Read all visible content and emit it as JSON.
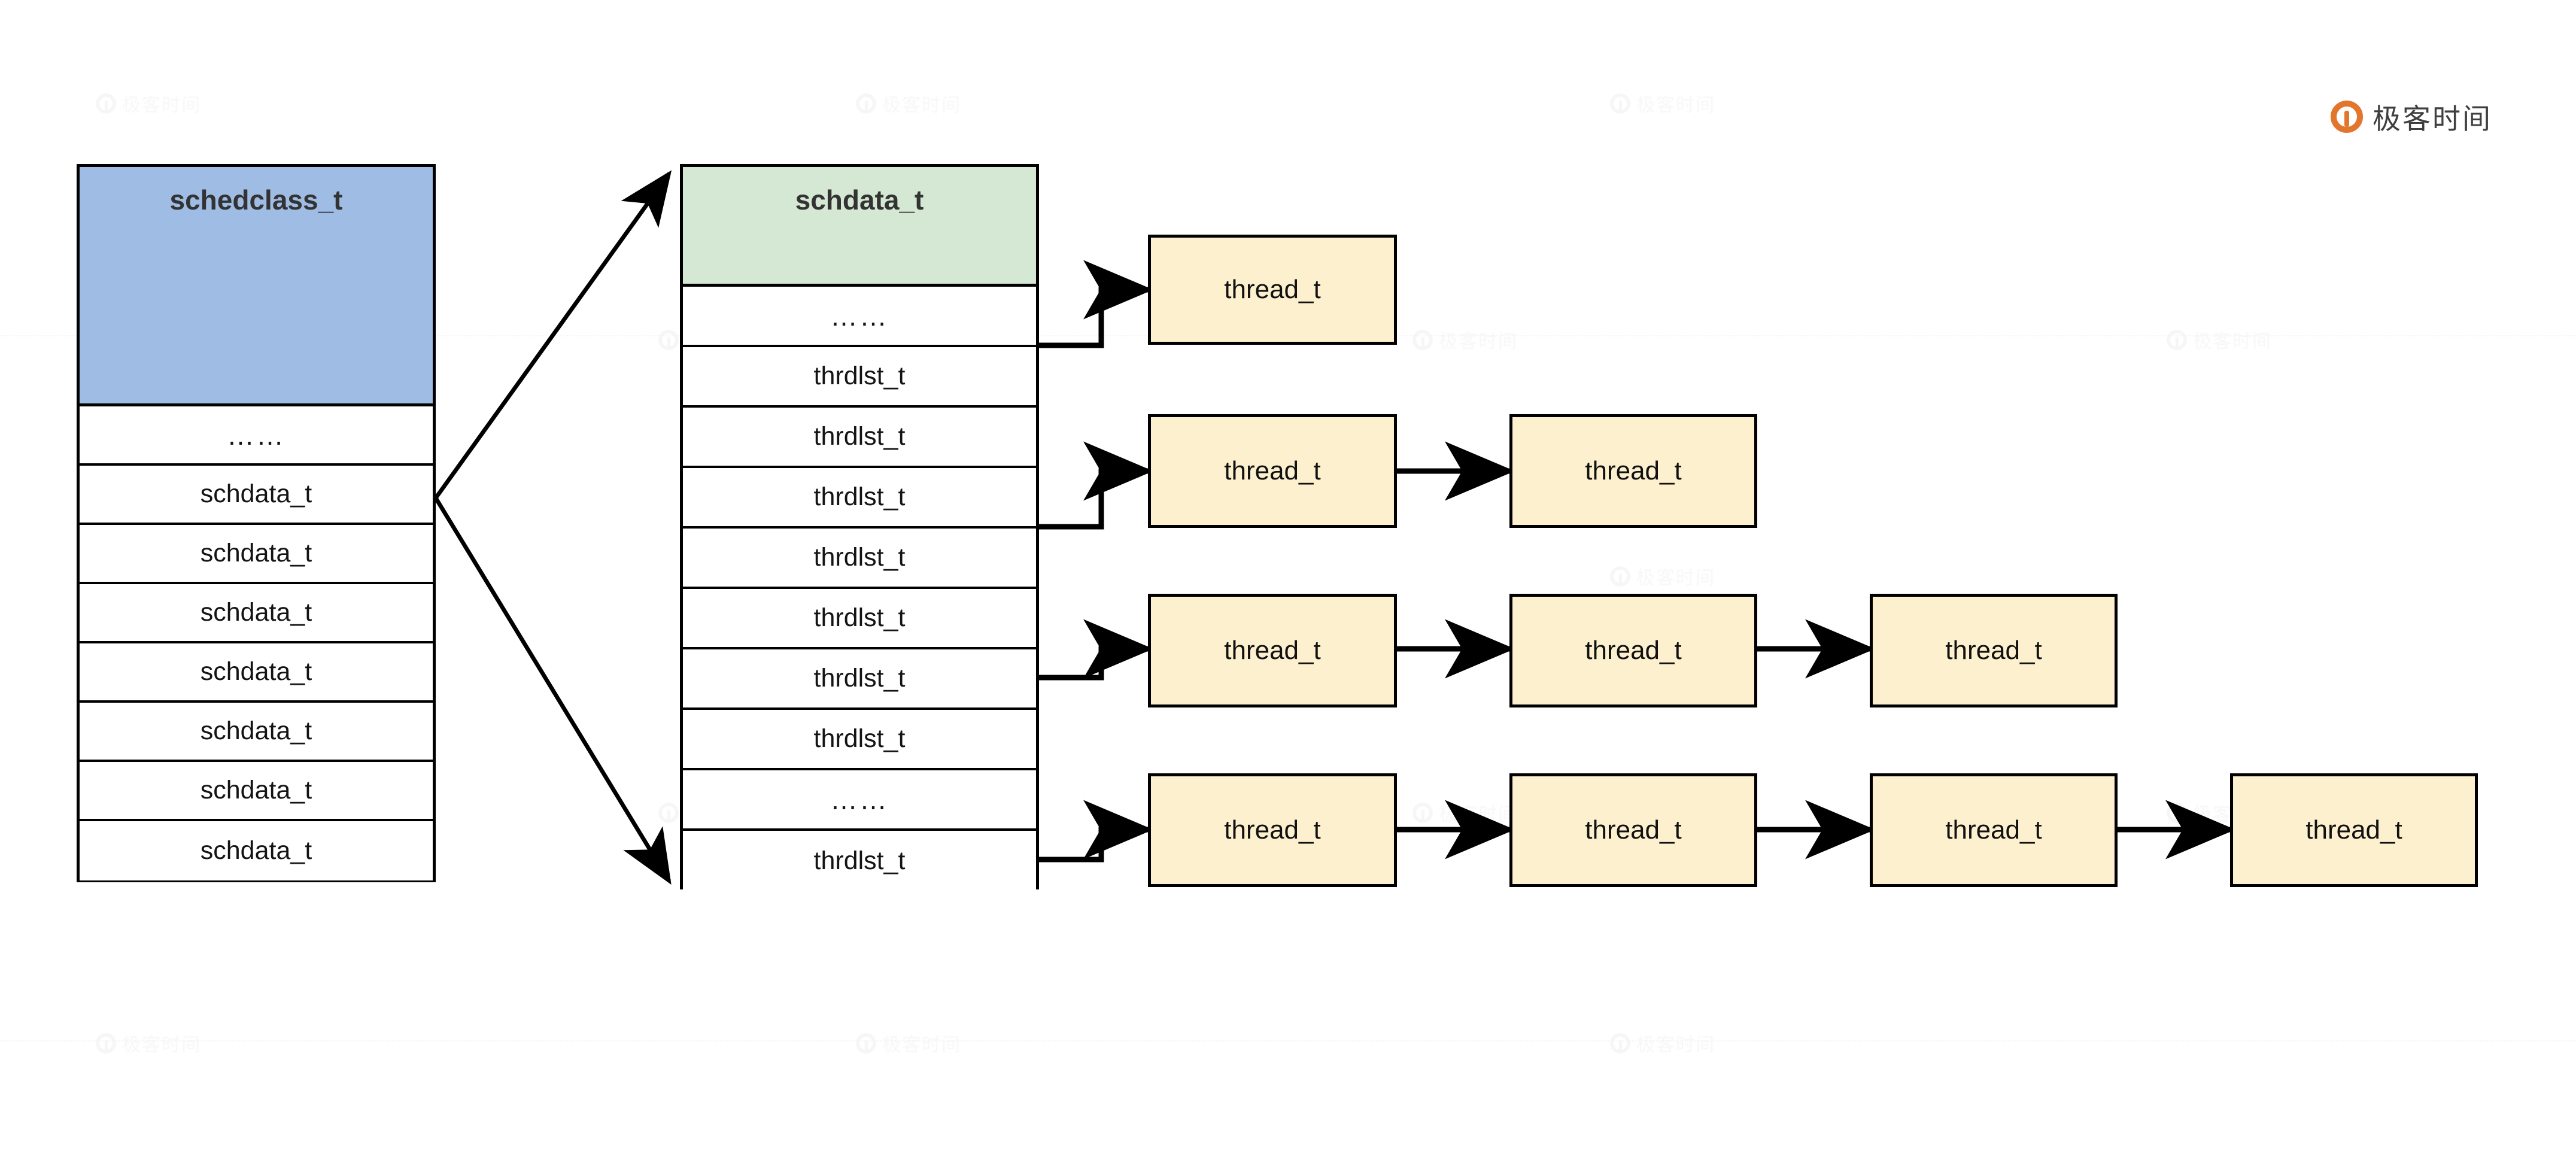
{
  "brand": {
    "name": "极客时间",
    "logo_icon": "geektime-logo-icon",
    "accent_color": "#e2762d"
  },
  "watermark": {
    "text": "极客时间",
    "icon": "geektime-watermark-icon"
  },
  "colors": {
    "schedclass_header": "#9ebce4",
    "schdata_header": "#d5e8d4",
    "thread_fill": "#fdf0ce",
    "stroke": "#000000",
    "background": "#ffffff"
  },
  "diagram": {
    "type": "scheduler-data-structure-diagram",
    "tables": [
      {
        "id": "schedclass",
        "title": "schedclass_t",
        "rows": [
          "……",
          "schdata_t",
          "schdata_t",
          "schdata_t",
          "schdata_t",
          "schdata_t",
          "schdata_t",
          "schdata_t"
        ]
      },
      {
        "id": "schdata",
        "title": "schdata_t",
        "rows": [
          "……",
          "thrdlst_t",
          "thrdlst_t",
          "thrdlst_t",
          "thrdlst_t",
          "thrdlst_t",
          "thrdlst_t",
          "thrdlst_t",
          "……",
          "thrdlst_t"
        ]
      }
    ],
    "thread_lists": [
      {
        "index": 0,
        "nodes": [
          "thread_t"
        ]
      },
      {
        "index": 1,
        "nodes": [
          "thread_t",
          "thread_t"
        ]
      },
      {
        "index": 2,
        "nodes": [
          "thread_t",
          "thread_t",
          "thread_t"
        ]
      },
      {
        "index": 3,
        "nodes": [
          "thread_t",
          "thread_t",
          "thread_t",
          "thread_t"
        ]
      }
    ],
    "node_label": "thread_t"
  }
}
